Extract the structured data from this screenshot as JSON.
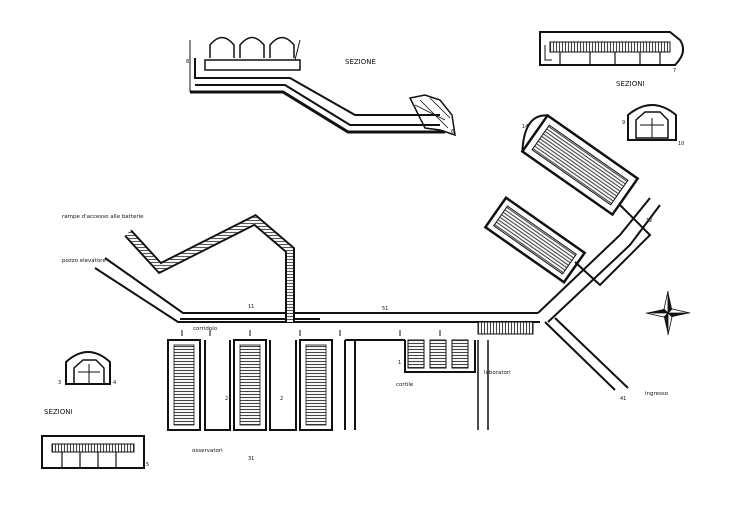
{
  "labels": {
    "sezione": "SEZIONE",
    "sezioni_top": "SEZIONI",
    "sezioni_left": "SEZIONI",
    "rampe": "rampe d'accesso alle batterie",
    "pozzo": "pozzo elevatore",
    "corridoio": "corridoio",
    "cortile": "cortile",
    "laboratori": "laboratori",
    "ingresso": "ingresso",
    "osservatori": "osservatori",
    "n11": "11",
    "n51": "51",
    "n2a": "2",
    "n2b": "2",
    "n1": "1",
    "n31": "31",
    "n3": "3",
    "n4": "4",
    "n5": "5",
    "n6": "6",
    "n8": "8",
    "n7": "7",
    "n9": "9",
    "n10": "10",
    "n14": "14",
    "n12": "12",
    "n41": "41"
  },
  "compass": {
    "name": "compass-rose-icon"
  },
  "colors": {
    "ink": "#111111",
    "paper": "#ffffff",
    "hatch": "#444444"
  }
}
